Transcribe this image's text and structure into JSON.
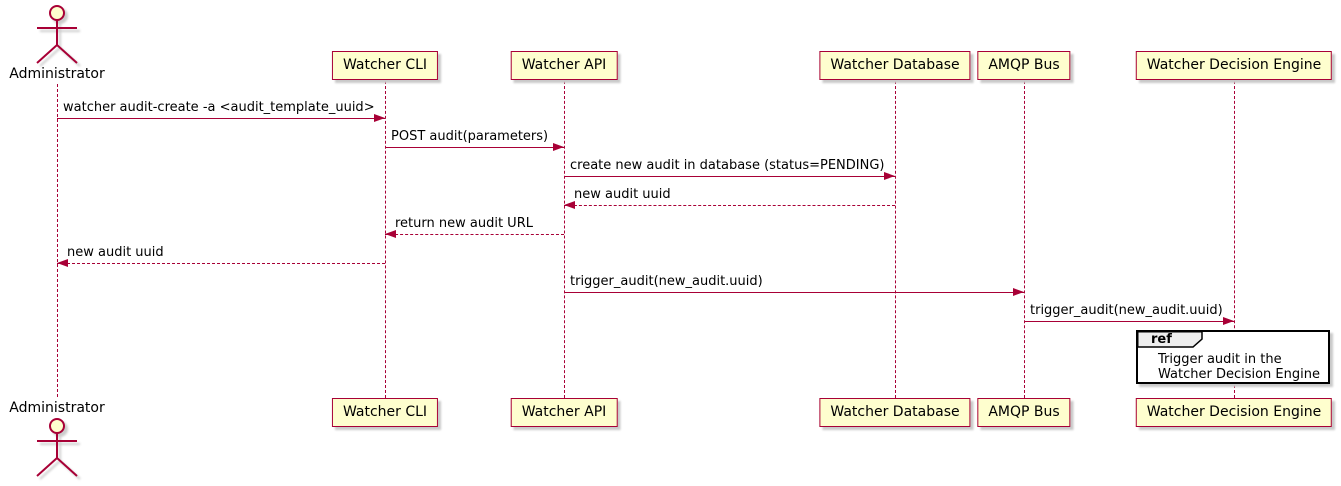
{
  "diagram_type": "uml-sequence",
  "actor": {
    "name": "Administrator"
  },
  "participants": [
    {
      "name": "Watcher CLI"
    },
    {
      "name": "Watcher API"
    },
    {
      "name": "Watcher Database"
    },
    {
      "name": "AMQP Bus"
    },
    {
      "name": "Watcher Decision Engine"
    }
  ],
  "messages": [
    {
      "from": "Administrator",
      "to": "Watcher CLI",
      "label": "watcher audit-create -a <audit_template_uuid>",
      "line": "solid",
      "direction": "right"
    },
    {
      "from": "Watcher CLI",
      "to": "Watcher API",
      "label": "POST audit(parameters)",
      "line": "solid",
      "direction": "right"
    },
    {
      "from": "Watcher API",
      "to": "Watcher Database",
      "label": "create new audit in database (status=PENDING)",
      "line": "solid",
      "direction": "right"
    },
    {
      "from": "Watcher Database",
      "to": "Watcher API",
      "label": "new audit uuid",
      "line": "dashed",
      "direction": "left"
    },
    {
      "from": "Watcher API",
      "to": "Watcher CLI",
      "label": "return new audit URL",
      "line": "dashed",
      "direction": "left"
    },
    {
      "from": "Watcher CLI",
      "to": "Administrator",
      "label": "new audit uuid",
      "line": "dashed",
      "direction": "left"
    },
    {
      "from": "Watcher API",
      "to": "AMQP Bus",
      "label": "trigger_audit(new_audit.uuid)",
      "line": "solid",
      "direction": "right"
    },
    {
      "from": "AMQP Bus",
      "to": "Watcher Decision Engine",
      "label": "trigger_audit(new_audit.uuid)",
      "line": "solid",
      "direction": "right"
    }
  ],
  "ref_fragment": {
    "keyword": "ref",
    "lines": [
      "Trigger audit in the",
      "Watcher Decision Engine"
    ]
  },
  "colors": {
    "participant_fill": "#FEFECE",
    "participant_border": "#A80036",
    "lifeline": "#A80036",
    "arrow": "#A80036",
    "text": "#000000",
    "ref_border": "#000000",
    "ref_header_fill": "#EEEEEE",
    "background": "#FFFFFF"
  }
}
